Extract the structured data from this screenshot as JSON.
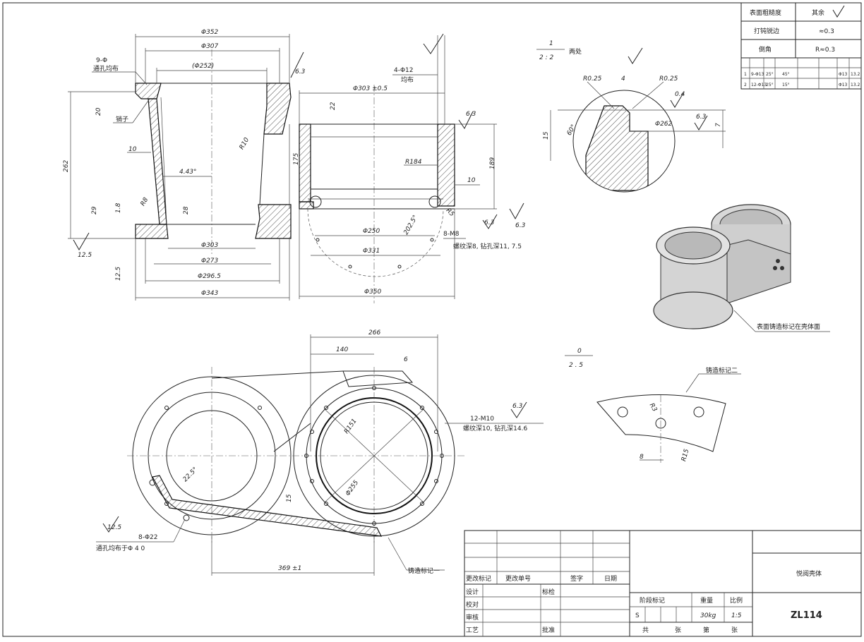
{
  "drawing": {
    "part_number": "ZL114",
    "part_name": "悦阅壳体",
    "top_right_table": {
      "rows": [
        {
          "label": "表面粗糙度",
          "value": "其余"
        },
        {
          "label": "打钝锐边",
          "value": "≈0.3"
        },
        {
          "label": "倒角",
          "value": "R≈0.3"
        }
      ],
      "hole_table": [
        [
          "1",
          "9-Φ13",
          "25°",
          "45°",
          "",
          "Φ13",
          "13.2"
        ],
        [
          "2",
          "12-Φ13",
          "25°",
          "15°",
          "",
          "Φ13",
          "13.2"
        ]
      ]
    },
    "front_view": {
      "dims": {
        "d352": "Φ352",
        "d307": "Φ307",
        "d252": "(Φ252)",
        "d303": "Φ303",
        "d273": "Φ273",
        "d296": "Φ296.5",
        "d343": "Φ343",
        "h262": "262",
        "a443": "4.43°",
        "r10": "10",
        "r8": "R8",
        "h20": "20",
        "h28": "28",
        "h18": "1.8",
        "h29": "29",
        "r110": "R10",
        "hole9": "9-Φ",
        "hole9_note": "通孔均布",
        "pin_note": "销子",
        "rough63": "6.3",
        "rough125": "12.5"
      }
    },
    "side_view": {
      "dims": {
        "d303": "Φ303 ±0.5",
        "d250": "Φ250",
        "d331": "Φ331",
        "d350": "Φ350",
        "r184": "R184",
        "h175": "175",
        "h189": "189",
        "h22": "22",
        "h10": "10",
        "r5": "R5",
        "n_holes": "4-Φ12",
        "n_holes_note": "均布",
        "m8": "8-M8",
        "m8_note": "螺纹深8, 钻孔深11, 7.5",
        "rough63": "6.3",
        "angle": "202.5°"
      }
    },
    "detail_1": {
      "scale_top": "1",
      "scale_bottom": "2 : 2",
      "note": "两处",
      "r025a": "R0.25",
      "r025b": "R0.25",
      "w4": "4",
      "d262": "Φ262",
      "a60": "60°",
      "h15": "15",
      "h7": "7",
      "r04": "0.4",
      "rough63": "6.3"
    },
    "top_view": {
      "dims": {
        "w266": "266",
        "w140": "140",
        "r151": "R151",
        "d255": "Φ255",
        "a225": "22.5°",
        "w369": "369 ±1",
        "h15": "15",
        "h6": "6",
        "holes_m10": "12-M10",
        "m10_note": "螺纹深10, 钻孔深14.6",
        "holes_22": "8-Φ22",
        "holes_22_note": "通孔均布于Φ 4 0",
        "cast_mark_1": "铸造标记一",
        "rough63": "6.3"
      }
    },
    "detail_2": {
      "scale_top": "0",
      "scale_bottom": "2 . 5",
      "cast_mark_2": "铸造标记二",
      "w8": "8",
      "r3": "R3",
      "r15": "R15"
    },
    "iso_note": "表面铸造标记在壳体面",
    "title_block": {
      "labels": [
        "更改标记",
        "更改单号",
        "签字",
        "日期"
      ],
      "roles": [
        "设计",
        "校对",
        "审核",
        "工艺"
      ],
      "sign_labels": [
        "标检",
        "批准"
      ],
      "stage_labels": [
        "阶段标记",
        "重量",
        "比例"
      ],
      "stage": "S",
      "weight": "30kg",
      "scale": "1:5",
      "sheets": [
        "共",
        "张",
        "第",
        "张"
      ]
    }
  }
}
